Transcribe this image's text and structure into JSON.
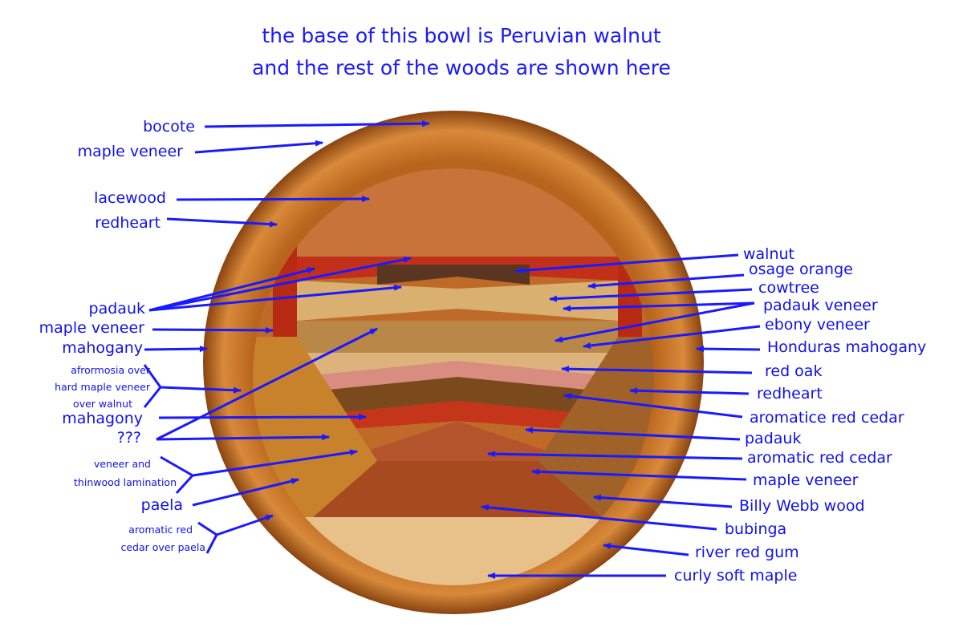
{
  "title": {
    "line1": "the base of this bowl is Peruvian walnut",
    "line2": "and the rest of the woods are shown here"
  },
  "colors": {
    "label": "#1010ee",
    "arrow": "#1a1aff"
  },
  "left_labels": [
    "bocote",
    "maple veneer",
    "lacewood",
    "redheart",
    "padauk",
    "maple veneer",
    "mahogany",
    "afrormosia over",
    "hard maple veneer",
    "over walnut",
    "mahagony",
    "???",
    "veneer and",
    "thinwood lamination",
    "paela",
    "aromatic red",
    "cedar  over paela"
  ],
  "right_labels": [
    "walnut",
    "osage orange",
    "cowtree",
    "padauk veneer",
    "ebony veneer",
    "Honduras mahogany",
    "red oak",
    "redheart",
    "aromatice red cedar",
    "padauk",
    "aromatic red cedar",
    "maple veneer",
    "Billy Webb wood",
    "bubinga",
    "river red gum",
    "curly soft maple"
  ]
}
